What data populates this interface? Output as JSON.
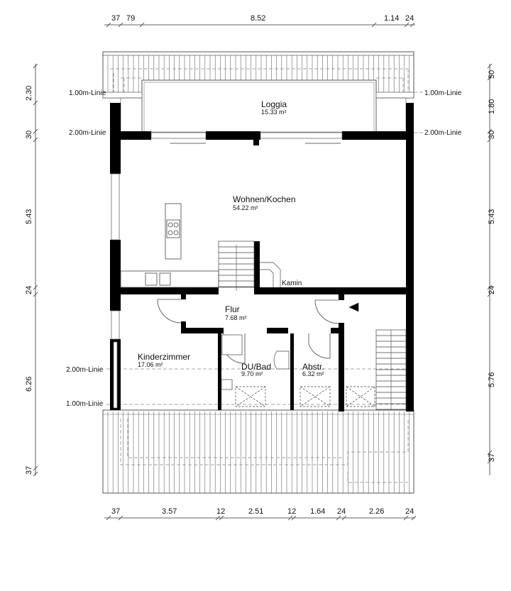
{
  "dimensions": {
    "top": [
      "37",
      "79",
      "8.52",
      "1.14",
      "24"
    ],
    "bottom": [
      "37",
      "3.57",
      "12",
      "2.51",
      "12",
      "1.64",
      "24",
      "2.26",
      "24"
    ],
    "left": [
      "2.30",
      "30",
      "5.43",
      "24",
      "6.26",
      "37"
    ],
    "right": [
      "50",
      "1.80",
      "30",
      "5.43",
      "24",
      "5.76",
      "37"
    ]
  },
  "level_lines": {
    "one_m": "1.00m-Linie",
    "two_m": "2.00m-Linie"
  },
  "rooms": [
    {
      "name": "Loggia",
      "area": "15.33 m²"
    },
    {
      "name": "Wohnen/Kochen",
      "area": "54.22 m²"
    },
    {
      "name": "Flur",
      "area": "7.68 m²"
    },
    {
      "name": "Kinderzimmer",
      "area": "17.06 m²"
    },
    {
      "name": "DU/Bad",
      "area": "9.70 m²"
    },
    {
      "name": "Abstr.",
      "area": "6.32 m²"
    }
  ],
  "labels": {
    "kamin": "Kamin"
  },
  "colors": {
    "wall": "#000000",
    "line": "#555555",
    "dashed": "#888888"
  }
}
